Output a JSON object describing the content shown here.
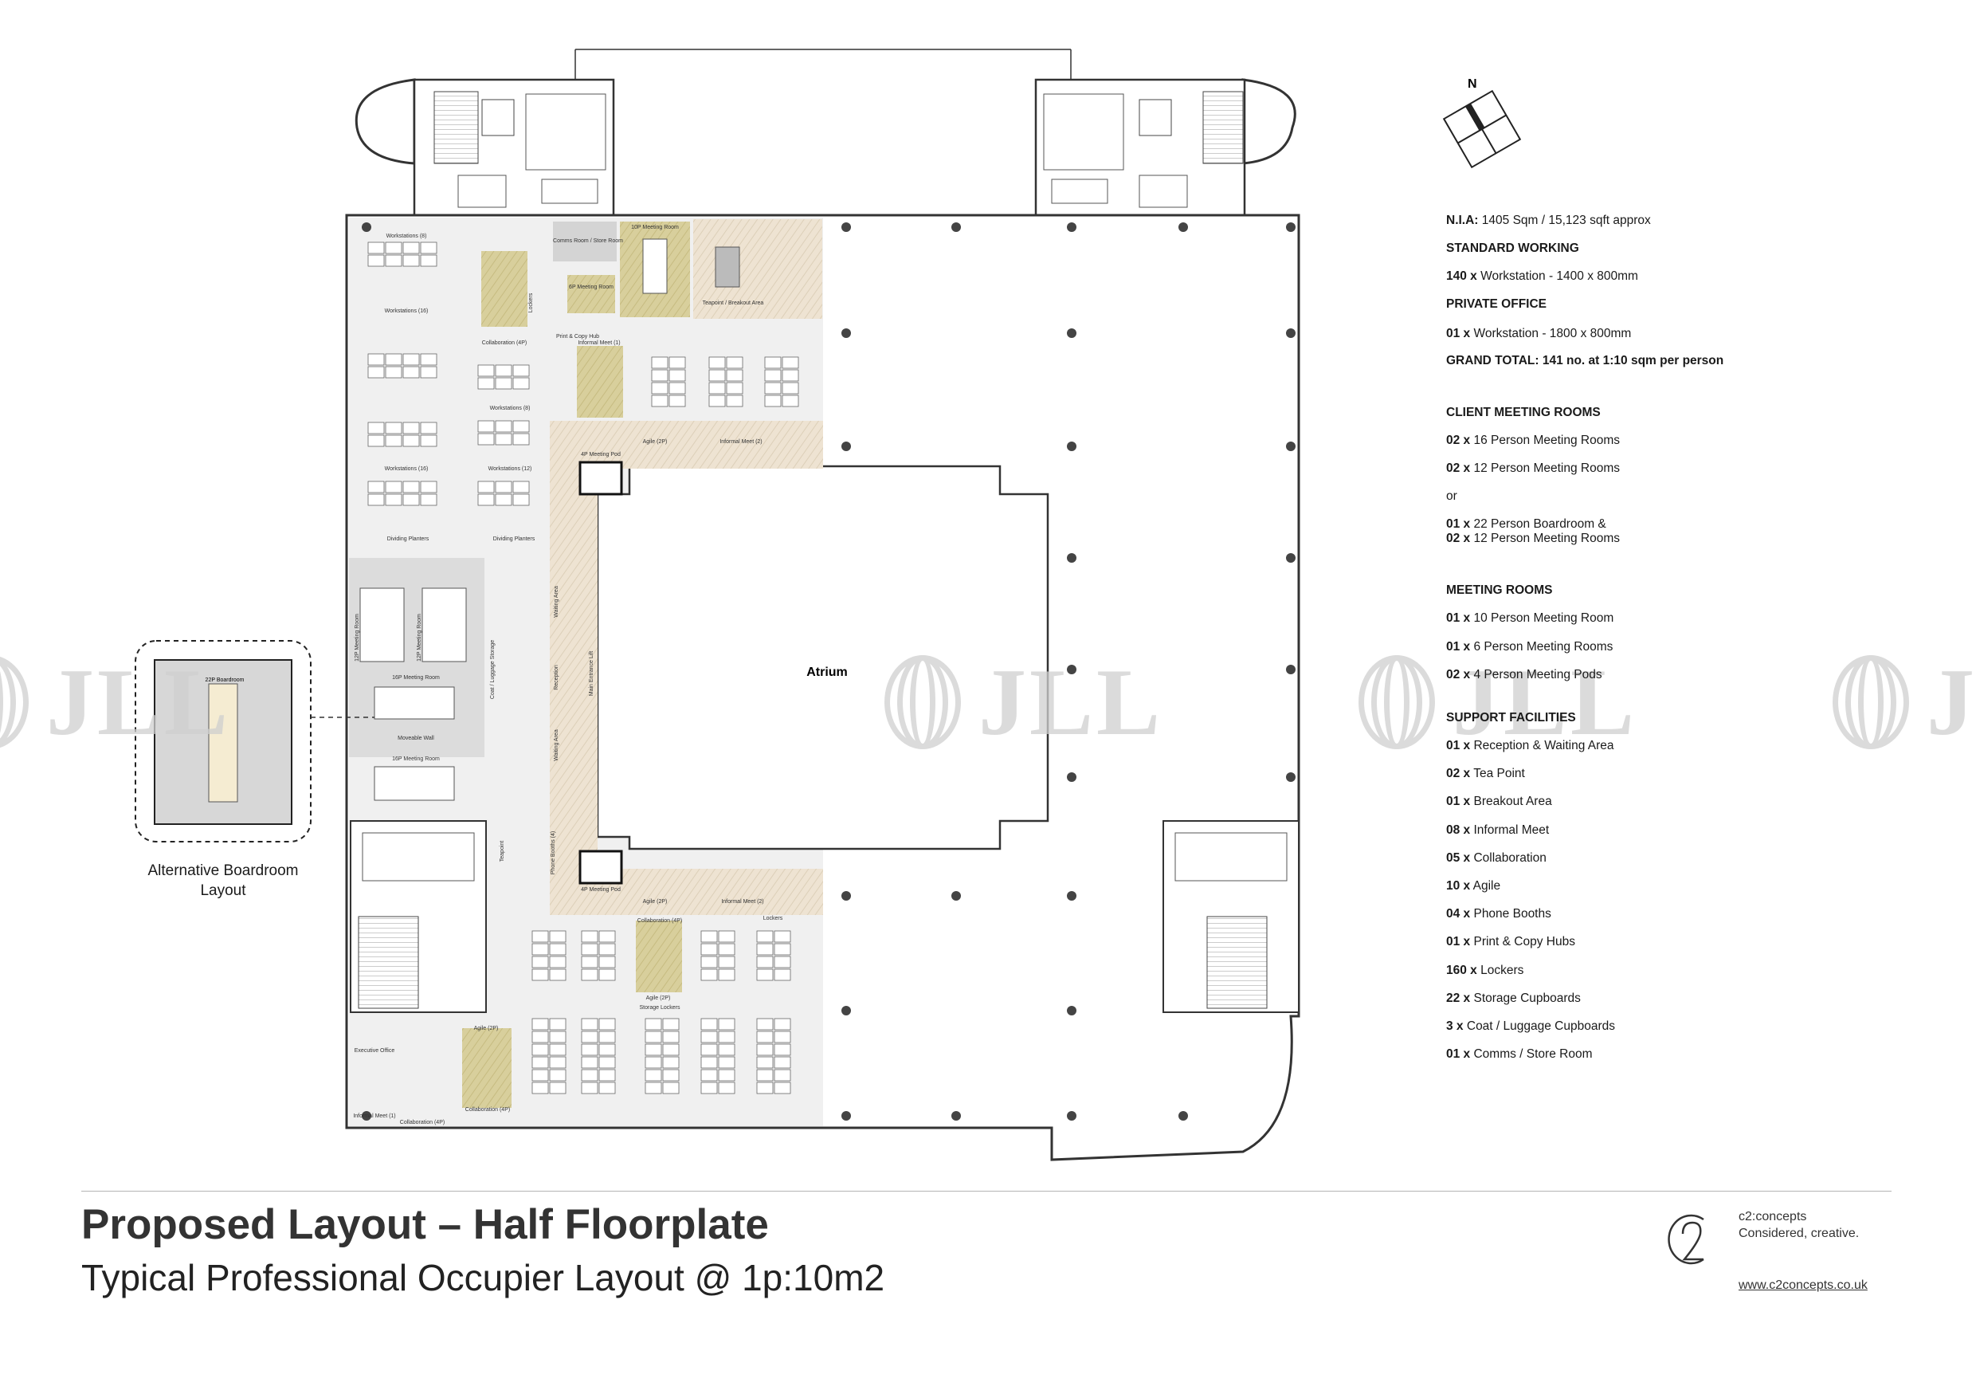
{
  "floorplan": {
    "atrium_label": "Atrium",
    "rooms": {
      "workstations_8_top": "Workstations (8)",
      "workstations_16_a": "Workstations (16)",
      "workstations_16_b": "Workstations (16)",
      "workstations_8_mid": "Workstations (8)",
      "workstations_12": "Workstations (12)",
      "dividing_planters_a": "Dividing Planters",
      "dividing_planters_b": "Dividing Planters",
      "collaboration_4p_top": "Collaboration (4P)",
      "lockers_top": "Lockers",
      "comms_room": "Comms Room / Store Room",
      "meeting_6p": "6P Meeting Room",
      "print_copy_hub": "Print & Copy Hub",
      "meeting_10p": "10P Meeting Room",
      "teapoint_breakout": "Teapoint / Breakout Area",
      "informal_meet_1_top": "Informal Meet (1)",
      "agile_2p_top": "Agile (2P)",
      "informal_meet_2_top": "Informal Meet (2)",
      "meeting_pod_4p_top": "4P Meeting Pod",
      "meeting_12p_a": "12P Meeting Room",
      "meeting_12p_b": "12P Meeting Room",
      "meeting_16p_a": "16P Meeting Room",
      "meeting_16p_b": "16P Meeting Room",
      "movable_wall": "Moveable Wall",
      "reception": "Reception",
      "waiting_area_a": "Waiting Area",
      "waiting_area_b": "Waiting Area",
      "main_entrance_lift": "Main Entrance Lift",
      "coat_luggage_storage": "Coat / Luggage Storage",
      "phone_booths": "Phone Booths (4)",
      "teapoint": "Teapoint",
      "meeting_pod_4p_bottom": "4P Meeting Pod",
      "agile_2p_bottom": "Agile (2P)",
      "informal_meet_2_bottom": "Informal Meet (2)",
      "collaboration_4p_mid": "Collaboration (4P)",
      "lockers_bottom": "Lockers",
      "agile_2p_b2": "Agile (2P)",
      "storage_lockers": "Storage Lockers",
      "agile_2p_left": "Agile (2P)",
      "executive_office": "Executive Office",
      "informal_meet_1_bottom": "Informal Meet (1)",
      "collaboration_4p_bottom_a": "Collaboration (4P)",
      "collaboration_4p_bottom_b": "Collaboration (4P)",
      "boardroom_22p": "22P Boardroom"
    }
  },
  "alternative_layout_caption_line1": "Alternative Boardroom",
  "alternative_layout_caption_line2": "Layout",
  "north_label": "N",
  "legend": {
    "nia_label": "N.I.A:",
    "nia_value": "1405 Sqm / 15,123 sqft approx",
    "standard_working_heading": "STANDARD WORKING",
    "standard_qty": "140 x",
    "standard_text": "Workstation - 1400 x 800mm",
    "private_office_heading": "PRIVATE OFFICE",
    "private_qty": "01 x",
    "private_text": "Workstation - 1800 x 800mm",
    "grand_total": "GRAND TOTAL: 141 no. at 1:10 sqm per person",
    "client_meeting_heading": "CLIENT MEETING ROOMS",
    "client_1_qty": "02 x",
    "client_1_text": "16 Person Meeting Rooms",
    "client_2_qty": "02 x",
    "client_2_text": "12 Person Meeting Rooms",
    "or_text": "or",
    "client_3_qty": "01 x",
    "client_3_text": "22 Person Boardroom &",
    "client_4_qty": "02 x",
    "client_4_text": "12 Person Meeting Rooms",
    "meeting_rooms_heading": "MEETING ROOMS",
    "meeting_1_qty": "01 x",
    "meeting_1_text": "10 Person Meeting Room",
    "meeting_2_qty": "01 x",
    "meeting_2_text": "6 Person Meeting Rooms",
    "meeting_3_qty": "02 x",
    "meeting_3_text": "4 Person Meeting Pods",
    "support_heading": "SUPPORT FACILITIES",
    "support": [
      {
        "qty": "01 x",
        "text": "Reception & Waiting Area"
      },
      {
        "qty": "02 x",
        "text": "Tea Point"
      },
      {
        "qty": "01 x",
        "text": "Breakout Area"
      },
      {
        "qty": "08 x",
        "text": "Informal Meet"
      },
      {
        "qty": "05 x",
        "text": "Collaboration"
      },
      {
        "qty": "10 x",
        "text": "Agile"
      },
      {
        "qty": "04 x",
        "text": "Phone Booths"
      },
      {
        "qty": "01 x",
        "text": "Print & Copy Hubs"
      },
      {
        "qty": "160 x",
        "text": "Lockers"
      },
      {
        "qty": "22 x",
        "text": "Storage Cupboards"
      },
      {
        "qty": "3 x",
        "text": "Coat / Luggage Cupboards"
      },
      {
        "qty": "01 x",
        "text": "Comms / Store Room"
      }
    ]
  },
  "watermark_text": "JLL",
  "title": "Proposed Layout – Half Floorplate",
  "subtitle": "Typical Professional Occupier Layout @ 1p:10m2",
  "brand": {
    "name_line1": "c2:concepts",
    "name_line2": "Considered, creative.",
    "url": "www.c2concepts.co.uk"
  }
}
